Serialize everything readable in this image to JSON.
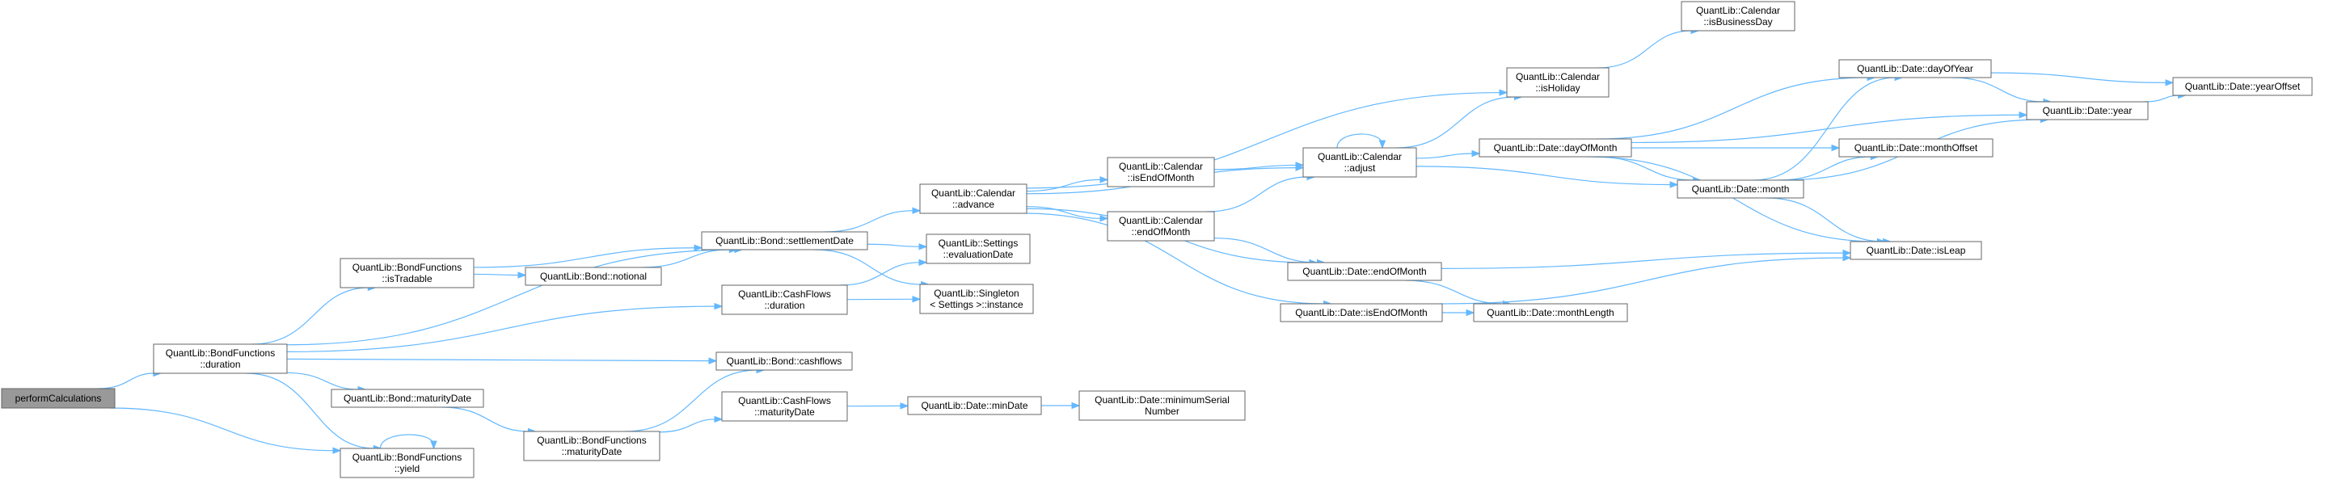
{
  "nodes": [
    {
      "id": "pc",
      "lines": [
        "performCalculations"
      ],
      "root": true
    },
    {
      "id": "bfdur",
      "lines": [
        "QuantLib::BondFunctions",
        "::duration"
      ]
    },
    {
      "id": "bfistr",
      "lines": [
        "QuantLib::BondFunctions",
        "::isTradable"
      ]
    },
    {
      "id": "bmat",
      "lines": [
        "QuantLib::Bond::maturityDate"
      ]
    },
    {
      "id": "bfyield",
      "lines": [
        "QuantLib::BondFunctions",
        "::yield"
      ]
    },
    {
      "id": "bnot",
      "lines": [
        "QuantLib::Bond::notional"
      ]
    },
    {
      "id": "bfmat",
      "lines": [
        "QuantLib::BondFunctions",
        "::maturityDate"
      ]
    },
    {
      "id": "bsett",
      "lines": [
        "QuantLib::Bond::settlementDate"
      ]
    },
    {
      "id": "cfdur",
      "lines": [
        "QuantLib::CashFlows",
        "::duration"
      ]
    },
    {
      "id": "bcf",
      "lines": [
        "QuantLib::Bond::cashflows"
      ]
    },
    {
      "id": "cfmat",
      "lines": [
        "QuantLib::CashFlows",
        "::maturityDate"
      ]
    },
    {
      "id": "caladv",
      "lines": [
        "QuantLib::Calendar",
        "::advance"
      ]
    },
    {
      "id": "seteval",
      "lines": [
        "QuantLib::Settings",
        "::evaluationDate"
      ]
    },
    {
      "id": "singinst",
      "lines": [
        "QuantLib::Singleton",
        "< Settings >::instance"
      ]
    },
    {
      "id": "dmin",
      "lines": [
        "QuantLib::Date::minDate"
      ]
    },
    {
      "id": "caliseom",
      "lines": [
        "QuantLib::Calendar",
        "::isEndOfMonth"
      ]
    },
    {
      "id": "caleom",
      "lines": [
        "QuantLib::Calendar",
        "::endOfMonth"
      ]
    },
    {
      "id": "dminser",
      "lines": [
        "QuantLib::Date::minimumSerial",
        "Number"
      ]
    },
    {
      "id": "caladj",
      "lines": [
        "QuantLib::Calendar",
        "::adjust"
      ]
    },
    {
      "id": "deom",
      "lines": [
        "QuantLib::Date::endOfMonth"
      ]
    },
    {
      "id": "diseom",
      "lines": [
        "QuantLib::Date::isEndOfMonth"
      ]
    },
    {
      "id": "calishol",
      "lines": [
        "QuantLib::Calendar",
        "::isHoliday"
      ]
    },
    {
      "id": "calisbd",
      "lines": [
        "QuantLib::Calendar",
        "::isBusinessDay"
      ]
    },
    {
      "id": "ddom",
      "lines": [
        "QuantLib::Date::dayOfMonth"
      ]
    },
    {
      "id": "dmlen",
      "lines": [
        "QuantLib::Date::monthLength"
      ]
    },
    {
      "id": "dmonth",
      "lines": [
        "QuantLib::Date::month"
      ]
    },
    {
      "id": "ddoy",
      "lines": [
        "QuantLib::Date::dayOfYear"
      ]
    },
    {
      "id": "dyear",
      "lines": [
        "QuantLib::Date::year"
      ]
    },
    {
      "id": "dmoff",
      "lines": [
        "QuantLib::Date::monthOffset"
      ]
    },
    {
      "id": "disleap",
      "lines": [
        "QuantLib::Date::isLeap"
      ]
    },
    {
      "id": "dyoff",
      "lines": [
        "QuantLib::Date::yearOffset"
      ]
    }
  ],
  "edges": [
    [
      "pc",
      "bfdur"
    ],
    [
      "pc",
      "bfyield"
    ],
    [
      "bfdur",
      "bsett"
    ],
    [
      "bfdur",
      "bfistr"
    ],
    [
      "bfdur",
      "cfdur"
    ],
    [
      "bfdur",
      "bcf"
    ],
    [
      "bfdur",
      "bmat"
    ],
    [
      "bfdur",
      "bfyield"
    ],
    [
      "bfistr",
      "bsett"
    ],
    [
      "bfistr",
      "bnot"
    ],
    [
      "bnot",
      "bsett"
    ],
    [
      "bmat",
      "bfmat"
    ],
    [
      "bfmat",
      "bcf"
    ],
    [
      "bfmat",
      "cfmat"
    ],
    [
      "bfyield",
      "bfyield"
    ],
    [
      "bsett",
      "caladv"
    ],
    [
      "bsett",
      "seteval"
    ],
    [
      "bsett",
      "singinst"
    ],
    [
      "cfdur",
      "seteval"
    ],
    [
      "cfdur",
      "singinst"
    ],
    [
      "cfmat",
      "dmin"
    ],
    [
      "dmin",
      "dminser"
    ],
    [
      "caladv",
      "calishol"
    ],
    [
      "caladv",
      "caladj"
    ],
    [
      "caladv",
      "caliseom"
    ],
    [
      "caladv",
      "caleom"
    ],
    [
      "caladv",
      "deom"
    ],
    [
      "caladv",
      "diseom"
    ],
    [
      "caliseom",
      "caladj"
    ],
    [
      "caleom",
      "caladj"
    ],
    [
      "caleom",
      "deom"
    ],
    [
      "caladj",
      "caladj"
    ],
    [
      "caladj",
      "calishol"
    ],
    [
      "caladj",
      "ddom"
    ],
    [
      "caladj",
      "dmonth"
    ],
    [
      "calishol",
      "calisbd"
    ],
    [
      "deom",
      "dmlen"
    ],
    [
      "deom",
      "disleap"
    ],
    [
      "diseom",
      "dmlen"
    ],
    [
      "diseom",
      "disleap"
    ],
    [
      "ddom",
      "ddoy"
    ],
    [
      "ddom",
      "dyear"
    ],
    [
      "ddom",
      "dmonth"
    ],
    [
      "ddom",
      "dmoff"
    ],
    [
      "ddom",
      "disleap"
    ],
    [
      "dmonth",
      "ddoy"
    ],
    [
      "dmonth",
      "dyear"
    ],
    [
      "dmonth",
      "dmoff"
    ],
    [
      "dmonth",
      "disleap"
    ],
    [
      "ddoy",
      "dyear"
    ],
    [
      "ddoy",
      "dyoff"
    ],
    [
      "dyear",
      "dyoff"
    ]
  ]
}
